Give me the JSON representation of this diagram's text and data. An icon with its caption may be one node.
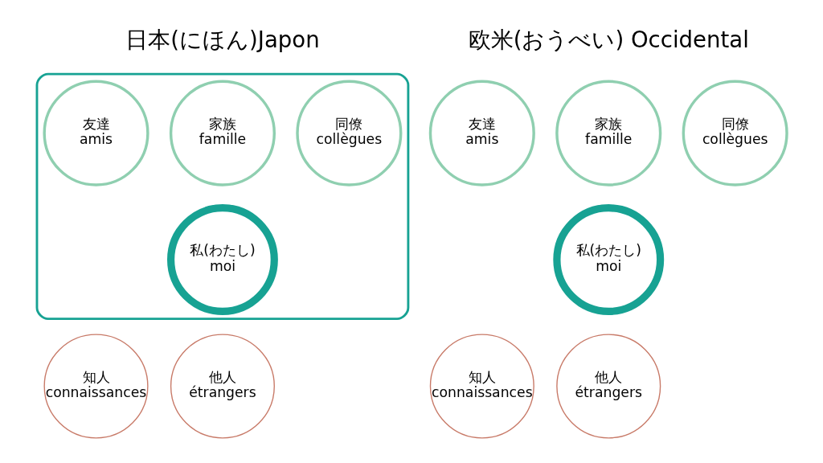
{
  "diagram": {
    "nodes": [
      {
        "text": [],
        "shape": "box"
      },
      {
        "text": [
          "友達",
          "amis"
        ],
        "in": 0
      },
      {
        "text": [
          "家族",
          "famille"
        ],
        "in": 0
      },
      {
        "text": [
          "同僚",
          "collègues"
        ],
        "in": 0
      },
      {
        "text": [
          "私(わたし)",
          "moi"
        ],
        "in": 0
      },
      {
        "text": [
          "知人",
          "connaissances"
        ]
      },
      {
        "text": [
          "他人",
          "étrangers"
        ]
      },
      {
        "text": [
          "友達",
          "amis"
        ]
      },
      {
        "text": [
          "家族",
          "famille"
        ]
      },
      {
        "text": [
          "同僚",
          "collègues"
        ]
      },
      {
        "text": [
          "私(わたし)",
          "moi"
        ]
      },
      {
        "text": [
          "知人",
          "connaissances"
        ]
      },
      {
        "text": [
          "他人",
          "étrangers"
        ]
      }
    ],
    "edges": [],
    "labels": [
      "日本(にほん)Japon",
      "欧米(おうべい) Occidental"
    ]
  }
}
